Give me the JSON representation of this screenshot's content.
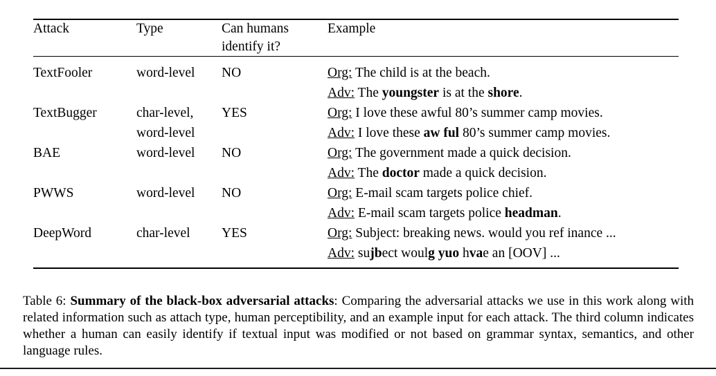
{
  "table": {
    "header": {
      "attack": "Attack",
      "type": "Type",
      "can_identify_line1": "Can humans",
      "can_identify_line2": "identify it?",
      "example": "Example"
    },
    "labels": {
      "org": "Org:",
      "adv": "Adv:"
    },
    "rows": [
      {
        "attack": "TextFooler",
        "type": [
          "word-level"
        ],
        "can_identify": "NO",
        "example": {
          "org": [
            {
              "t": "The child is at the beach."
            }
          ],
          "adv": [
            {
              "t": "The "
            },
            {
              "t": "youngster",
              "b": true
            },
            {
              "t": " is at the "
            },
            {
              "t": "shore",
              "b": true
            },
            {
              "t": "."
            }
          ]
        }
      },
      {
        "attack": "TextBugger",
        "type": [
          "char-level,",
          "word-level"
        ],
        "can_identify": "YES",
        "example": {
          "org": [
            {
              "t": "I love these awful 80’s summer camp movies."
            }
          ],
          "adv": [
            {
              "t": "I love these "
            },
            {
              "t": "aw ful",
              "b": true
            },
            {
              "t": " 80’s summer camp movies."
            }
          ]
        }
      },
      {
        "attack": "BAE",
        "type": [
          "word-level"
        ],
        "can_identify": "NO",
        "example": {
          "org": [
            {
              "t": "The government made a quick decision."
            }
          ],
          "adv": [
            {
              "t": "The "
            },
            {
              "t": "doctor",
              "b": true
            },
            {
              "t": " made a quick decision."
            }
          ]
        }
      },
      {
        "attack": "PWWS",
        "type": [
          "word-level"
        ],
        "can_identify": "NO",
        "example": {
          "org": [
            {
              "t": "E-mail scam targets police chief."
            }
          ],
          "adv": [
            {
              "t": "E-mail scam targets police "
            },
            {
              "t": "headman",
              "b": true
            },
            {
              "t": "."
            }
          ]
        }
      },
      {
        "attack": "DeepWord",
        "type": [
          "char-level"
        ],
        "can_identify": "YES",
        "example": {
          "org": [
            {
              "t": "Subject: breaking news. would you ref inance ..."
            }
          ],
          "adv": [
            {
              "t": "su"
            },
            {
              "t": "jb",
              "b": true
            },
            {
              "t": "ect woul"
            },
            {
              "t": "g",
              "b": true
            },
            {
              "t": " "
            },
            {
              "t": "yuo",
              "b": true
            },
            {
              "t": " h"
            },
            {
              "t": "va",
              "b": true
            },
            {
              "t": "e an [OOV] ..."
            }
          ]
        }
      }
    ]
  },
  "caption": {
    "label": "Table 6: ",
    "title": "Summary of the black-box adversarial attacks",
    "rest": ": Comparing the adversarial attacks we use in this work along with related information such as attach type, human perceptibility, and an example input for each attack. The third column indicates whether a human can easily identify if textual input was modified or not based on grammar syntax, semantics, and other language rules."
  }
}
